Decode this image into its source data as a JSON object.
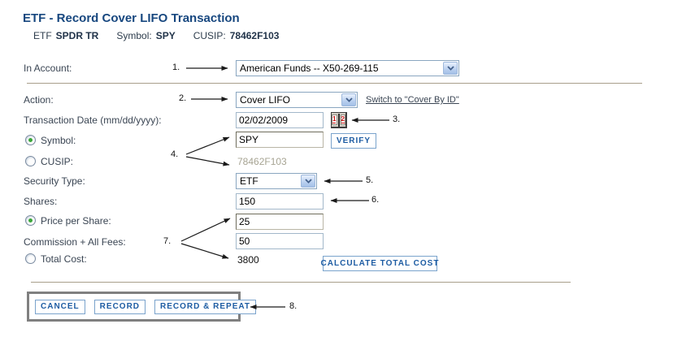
{
  "page": {
    "title": "ETF - Record Cover LIFO Transaction",
    "header": {
      "etf_label": "ETF",
      "etf_value": "SPDR TR",
      "symbol_label": "Symbol:",
      "symbol_value": "SPY",
      "cusip_label": "CUSIP:",
      "cusip_value": "78462F103"
    }
  },
  "form": {
    "in_account": {
      "label": "In Account:",
      "value": "American Funds -- X50-269-115"
    },
    "action": {
      "label": "Action:",
      "value": "Cover LIFO",
      "switch_link_label": "Switch to \"Cover By ID\""
    },
    "transaction_date": {
      "label": "Transaction Date (mm/dd/yyyy):",
      "value": "02/02/2009"
    },
    "symbol": {
      "label": "Symbol:",
      "value": "SPY",
      "selected": true,
      "verify_button_label": "VERIFY"
    },
    "cusip": {
      "label": "CUSIP:",
      "value": "78462F103",
      "selected": false
    },
    "security_type": {
      "label": "Security Type:",
      "value": "ETF"
    },
    "shares": {
      "label": "Shares:",
      "value": "150"
    },
    "price_per_share": {
      "label": "Price per Share:",
      "value": "25",
      "selected": true
    },
    "commission": {
      "label": "Commission + All Fees:",
      "value": "50"
    },
    "total_cost": {
      "label": "Total Cost:",
      "value": "3800",
      "selected": false,
      "calculate_button_label": "CALCULATE TOTAL COST"
    }
  },
  "footer_buttons": {
    "cancel": "CANCEL",
    "record": "RECORD",
    "record_and_repeat": "RECORD & REPEAT"
  },
  "annotations": {
    "n1": "1.",
    "n2": "2.",
    "n3": "3.",
    "n4": "4.",
    "n5": "5.",
    "n6": "6.",
    "n7": "7.",
    "n8": "8."
  },
  "icons": {
    "calendar_digit_left": "1",
    "calendar_digit_right": "2",
    "dropdown": "chevron-down"
  },
  "colors": {
    "title": "#17477f",
    "button_text": "#1d5ca3",
    "button_border": "#7aa3cc",
    "separator": "#a89f8b",
    "muted_value": "#a7a493",
    "radio_selected": "#3aa63a",
    "footer_box_border": "#808080"
  }
}
